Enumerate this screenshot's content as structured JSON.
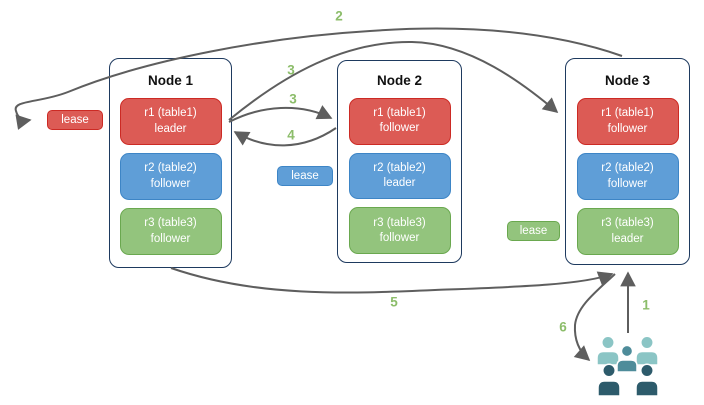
{
  "nodes": [
    {
      "title": "Node 1",
      "replicas": [
        {
          "line1": "r1 (table1)",
          "line2": "leader",
          "color": "#dc5b55"
        },
        {
          "line1": "r2 (table2)",
          "line2": "follower",
          "color": "#5f9ed7"
        },
        {
          "line1": "r3 (table3)",
          "line2": "follower",
          "color": "#93c47d"
        }
      ]
    },
    {
      "title": "Node 2",
      "replicas": [
        {
          "line1": "r1 (table1)",
          "line2": "follower",
          "color": "#dc5b55"
        },
        {
          "line1": "r2 (table2)",
          "line2": "leader",
          "color": "#5f9ed7"
        },
        {
          "line1": "r3 (table3)",
          "line2": "follower",
          "color": "#93c47d"
        }
      ]
    },
    {
      "title": "Node 3",
      "replicas": [
        {
          "line1": "r1 (table1)",
          "line2": "follower",
          "color": "#dc5b55"
        },
        {
          "line1": "r2 (table2)",
          "line2": "follower",
          "color": "#5f9ed7"
        },
        {
          "line1": "r3 (table3)",
          "line2": "leader",
          "color": "#93c47d"
        }
      ]
    }
  ],
  "leases": [
    {
      "label": "lease",
      "fill": "#dc5b55",
      "border": "#cc2a24"
    },
    {
      "label": "lease",
      "fill": "#5f9ed7",
      "border": "#3d85c6"
    },
    {
      "label": "lease",
      "fill": "#93c47d",
      "border": "#6aa84f"
    }
  ],
  "flow_labels": {
    "n1": "1",
    "n2": "2",
    "n3a": "3",
    "n3b": "3",
    "n4": "4",
    "n5": "5",
    "n6": "6"
  },
  "icons": {
    "users": "users-icon"
  },
  "colors": {
    "arrow": "#5e5e5e",
    "node_border": "#1e3a5f",
    "flow_label_green": "#8cbd6a",
    "replica_red": "#dc5b55",
    "replica_blue": "#5f9ed7",
    "replica_green": "#93c47d",
    "users_light": "#8bc5c5",
    "users_mid": "#4e8c9a",
    "users_dark": "#2d5b6b"
  }
}
